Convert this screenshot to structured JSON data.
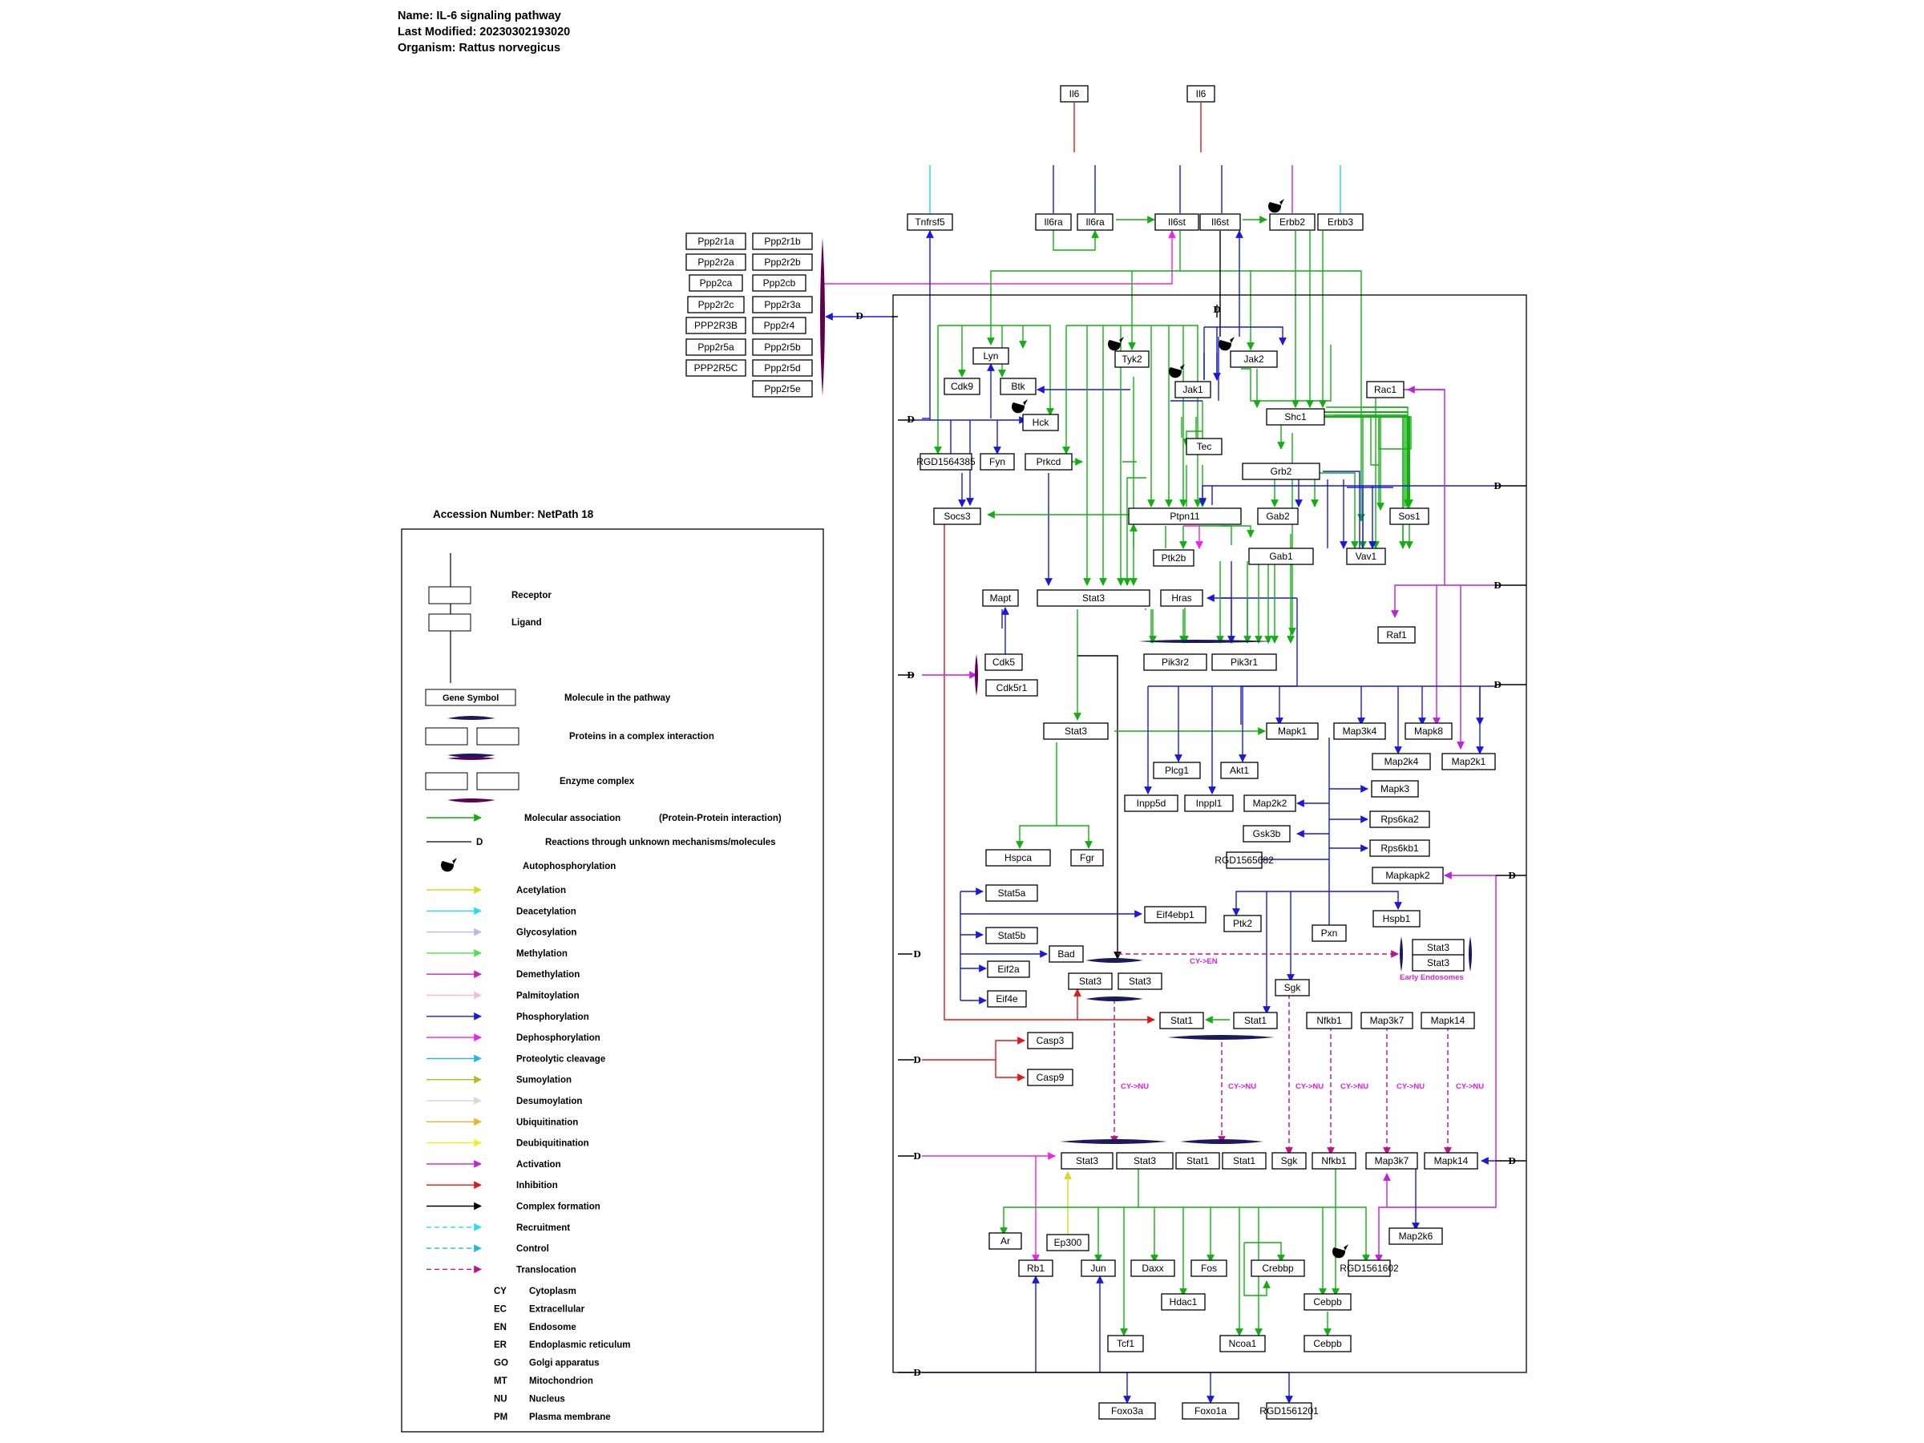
{
  "header": {
    "name": "Name: IL-6 signaling pathway",
    "modified": "Last Modified: 20230302193020",
    "organism": "Organism: Rattus norvegicus"
  },
  "accession": "Accession Number: NetPath 18",
  "colors": {
    "association": "#11b011",
    "phosphorylation": "#1818e0",
    "activation": "#c020e0",
    "inhibition": "#e01818",
    "translocation": "#c0108a",
    "dephosphorylation": "#f020f0",
    "complex": "#1a1a60",
    "enzyme_complex": "#600050"
  },
  "nodes": [
    {
      "id": "il6a",
      "label": "Il6"
    },
    {
      "id": "il6b",
      "label": "Il6"
    },
    {
      "id": "tnfrsf5",
      "label": "Tnfrsf5"
    },
    {
      "id": "il6ra1",
      "label": "Il6ra"
    },
    {
      "id": "il6ra2",
      "label": "Il6ra"
    },
    {
      "id": "il6st1",
      "label": "Il6st"
    },
    {
      "id": "il6st2",
      "label": "Il6st"
    },
    {
      "id": "erbb2",
      "label": "Erbb2"
    },
    {
      "id": "erbb3",
      "label": "Erbb3"
    },
    {
      "id": "ppp2r1a",
      "label": "Ppp2r1a"
    },
    {
      "id": "ppp2r1b",
      "label": "Ppp2r1b"
    },
    {
      "id": "ppp2r2a",
      "label": "Ppp2r2a"
    },
    {
      "id": "ppp2r2b",
      "label": "Ppp2r2b"
    },
    {
      "id": "ppp2ca",
      "label": "Ppp2ca"
    },
    {
      "id": "ppp2cb",
      "label": "Ppp2cb"
    },
    {
      "id": "ppp2r2c",
      "label": "Ppp2r2c"
    },
    {
      "id": "ppp2r3a",
      "label": "Ppp2r3a"
    },
    {
      "id": "ppp2r3b",
      "label": "PPP2R3B"
    },
    {
      "id": "ppp2r4",
      "label": "Ppp2r4"
    },
    {
      "id": "ppp2r5a",
      "label": "Ppp2r5a"
    },
    {
      "id": "ppp2r5b",
      "label": "Ppp2r5b"
    },
    {
      "id": "ppp2r5c",
      "label": "PPP2R5C"
    },
    {
      "id": "ppp2r5d",
      "label": "Ppp2r5d"
    },
    {
      "id": "ppp2r5e",
      "label": "Ppp2r5e"
    },
    {
      "id": "lyn",
      "label": "Lyn"
    },
    {
      "id": "tyk2",
      "label": "Tyk2"
    },
    {
      "id": "jak2",
      "label": "Jak2"
    },
    {
      "id": "cdk9",
      "label": "Cdk9"
    },
    {
      "id": "btk",
      "label": "Btk"
    },
    {
      "id": "jak1",
      "label": "Jak1"
    },
    {
      "id": "rac1",
      "label": "Rac1"
    },
    {
      "id": "hck",
      "label": "Hck"
    },
    {
      "id": "shc1",
      "label": "Shc1"
    },
    {
      "id": "tec",
      "label": "Tec"
    },
    {
      "id": "rgd1564385",
      "label": "RGD1564385"
    },
    {
      "id": "fyn",
      "label": "Fyn"
    },
    {
      "id": "prkcd",
      "label": "Prkcd"
    },
    {
      "id": "grb2",
      "label": "Grb2"
    },
    {
      "id": "socs3",
      "label": "Socs3"
    },
    {
      "id": "ptpn11",
      "label": "Ptpn11"
    },
    {
      "id": "gab2",
      "label": "Gab2"
    },
    {
      "id": "sos1",
      "label": "Sos1"
    },
    {
      "id": "ptk2b",
      "label": "Ptk2b"
    },
    {
      "id": "gab1",
      "label": "Gab1"
    },
    {
      "id": "vav1",
      "label": "Vav1"
    },
    {
      "id": "mapt",
      "label": "Mapt"
    },
    {
      "id": "stat3a",
      "label": "Stat3"
    },
    {
      "id": "hras",
      "label": "Hras"
    },
    {
      "id": "raf1",
      "label": "Raf1"
    },
    {
      "id": "pik3r2",
      "label": "Pik3r2"
    },
    {
      "id": "pik3r1",
      "label": "Pik3r1"
    },
    {
      "id": "cdk5",
      "label": "Cdk5"
    },
    {
      "id": "cdk5r1",
      "label": "Cdk5r1"
    },
    {
      "id": "stat3b",
      "label": "Stat3"
    },
    {
      "id": "mapk1",
      "label": "Mapk1"
    },
    {
      "id": "map3k4",
      "label": "Map3k4"
    },
    {
      "id": "mapk8",
      "label": "Mapk8"
    },
    {
      "id": "map2k4",
      "label": "Map2k4"
    },
    {
      "id": "map2k1",
      "label": "Map2k1"
    },
    {
      "id": "plcg1",
      "label": "Plcg1"
    },
    {
      "id": "akt1",
      "label": "Akt1"
    },
    {
      "id": "mapk3",
      "label": "Mapk3"
    },
    {
      "id": "inpp5d",
      "label": "Inpp5d"
    },
    {
      "id": "inppl1",
      "label": "Inppl1"
    },
    {
      "id": "map2k2",
      "label": "Map2k2"
    },
    {
      "id": "rps6ka2",
      "label": "Rps6ka2"
    },
    {
      "id": "gsk3b",
      "label": "Gsk3b"
    },
    {
      "id": "hspca",
      "label": "Hspca"
    },
    {
      "id": "fgr",
      "label": "Fgr"
    },
    {
      "id": "rgd1565",
      "label": "RGD1565682"
    },
    {
      "id": "rps6kb1",
      "label": "Rps6kb1"
    },
    {
      "id": "mapkapk2",
      "label": "Mapkapk2"
    },
    {
      "id": "stat5a",
      "label": "Stat5a"
    },
    {
      "id": "eif4ebp1",
      "label": "Eif4ebp1"
    },
    {
      "id": "ptk2",
      "label": "Ptk2"
    },
    {
      "id": "hspb1",
      "label": "Hspb1"
    },
    {
      "id": "pxn",
      "label": "Pxn"
    },
    {
      "id": "stat5b",
      "label": "Stat5b"
    },
    {
      "id": "bad",
      "label": "Bad"
    },
    {
      "id": "stat3e1",
      "label": "Stat3"
    },
    {
      "id": "stat3e2",
      "label": "Stat3"
    },
    {
      "id": "eif2a",
      "label": "Eif2a"
    },
    {
      "id": "stat3c",
      "label": "Stat3"
    },
    {
      "id": "stat3d",
      "label": "Stat3"
    },
    {
      "id": "sgk",
      "label": "Sgk"
    },
    {
      "id": "eif4e",
      "label": "Eif4e"
    },
    {
      "id": "stat1a",
      "label": "Stat1"
    },
    {
      "id": "stat1b",
      "label": "Stat1"
    },
    {
      "id": "nfkb1",
      "label": "Nfkb1"
    },
    {
      "id": "map3k7",
      "label": "Map3k7"
    },
    {
      "id": "mapk14",
      "label": "Mapk14"
    },
    {
      "id": "casp3",
      "label": "Casp3"
    },
    {
      "id": "casp9",
      "label": "Casp9"
    },
    {
      "id": "stat3n1",
      "label": "Stat3"
    },
    {
      "id": "stat3n2",
      "label": "Stat3"
    },
    {
      "id": "stat1n1",
      "label": "Stat1"
    },
    {
      "id": "stat1n2",
      "label": "Stat1"
    },
    {
      "id": "sgkn",
      "label": "Sgk"
    },
    {
      "id": "nfkb1n",
      "label": "Nfkb1"
    },
    {
      "id": "map3k7n",
      "label": "Map3k7"
    },
    {
      "id": "mapk14n",
      "label": "Mapk14"
    },
    {
      "id": "ar",
      "label": "Ar"
    },
    {
      "id": "ep300",
      "label": "Ep300"
    },
    {
      "id": "map2k6",
      "label": "Map2k6"
    },
    {
      "id": "rb1",
      "label": "Rb1"
    },
    {
      "id": "jun",
      "label": "Jun"
    },
    {
      "id": "daxx",
      "label": "Daxx"
    },
    {
      "id": "fos",
      "label": "Fos"
    },
    {
      "id": "crebbp",
      "label": "Crebbp"
    },
    {
      "id": "rgd1561602",
      "label": "RGD1561602"
    },
    {
      "id": "hdac1",
      "label": "Hdac1"
    },
    {
      "id": "cebpb1",
      "label": "Cebpb"
    },
    {
      "id": "tcf1",
      "label": "Tcf1"
    },
    {
      "id": "ncoa1",
      "label": "Ncoa1"
    },
    {
      "id": "cebpb2",
      "label": "Cebpb"
    },
    {
      "id": "foxo3a",
      "label": "Foxo3a"
    },
    {
      "id": "foxo1a",
      "label": "Foxo1a"
    },
    {
      "id": "rgd1561201",
      "label": "RGD1561201"
    }
  ],
  "annotations": {
    "cy_en": "CY->EN",
    "cy_nu": "CY->NU",
    "early_endosomes": "Early Endosomes",
    "d": "D"
  },
  "legend": {
    "receptor": "Receptor",
    "ligand": "Ligand",
    "gene_symbol": "Gene Symbol",
    "molecule": "Molecule in the pathway",
    "complex": "Proteins in a complex interaction",
    "enzyme": "Enzyme complex",
    "mol_assoc": "Molecular association",
    "ppi": "(Protein-Protein interaction)",
    "unknown": "Reactions through unknown mechanisms/molecules",
    "autophos": "Autophosphorylation",
    "items": [
      {
        "label": "Acetylation",
        "color": "#d8d820",
        "dashed": false
      },
      {
        "label": "Deacetylation",
        "color": "#20e0f0",
        "dashed": false
      },
      {
        "label": "Glycosylation",
        "color": "#b8b8f0",
        "dashed": false
      },
      {
        "label": "Methylation",
        "color": "#50e050",
        "dashed": false
      },
      {
        "label": "Demethylation",
        "color": "#d020b0",
        "dashed": false
      },
      {
        "label": "Palmitoylation",
        "color": "#f8b8d8",
        "dashed": false
      },
      {
        "label": "Phosphorylation",
        "color": "#1818e0",
        "dashed": false
      },
      {
        "label": "Dephosphorylation",
        "color": "#f020f0",
        "dashed": false
      },
      {
        "label": "Proteolytic cleavage",
        "color": "#20b8e0",
        "dashed": false
      },
      {
        "label": "Sumoylation",
        "color": "#b8b820",
        "dashed": false
      },
      {
        "label": "Desumoylation",
        "color": "#d8d8d8",
        "dashed": false
      },
      {
        "label": "Ubiquitination",
        "color": "#f0b030",
        "dashed": false
      },
      {
        "label": "Deubiquitination",
        "color": "#f0f020",
        "dashed": false
      },
      {
        "label": "Activation",
        "color": "#c020e0",
        "dashed": false
      },
      {
        "label": "Inhibition",
        "color": "#e01818",
        "dashed": false
      },
      {
        "label": "Complex formation",
        "color": "#000000",
        "dashed": false
      },
      {
        "label": "Recruitment",
        "color": "#20e0f0",
        "dashed": true
      },
      {
        "label": "Control",
        "color": "#20b8e0",
        "dashed": true
      },
      {
        "label": "Translocation",
        "color": "#c0108a",
        "dashed": true
      }
    ],
    "compartments": [
      {
        "code": "CY",
        "name": "Cytoplasm"
      },
      {
        "code": "EC",
        "name": "Extracellular"
      },
      {
        "code": "EN",
        "name": "Endosome"
      },
      {
        "code": "ER",
        "name": "Endoplasmic reticulum"
      },
      {
        "code": "GO",
        "name": "Golgi apparatus"
      },
      {
        "code": "MT",
        "name": "Mitochondrion"
      },
      {
        "code": "NU",
        "name": "Nucleus"
      },
      {
        "code": "PM",
        "name": "Plasma membrane"
      }
    ]
  }
}
